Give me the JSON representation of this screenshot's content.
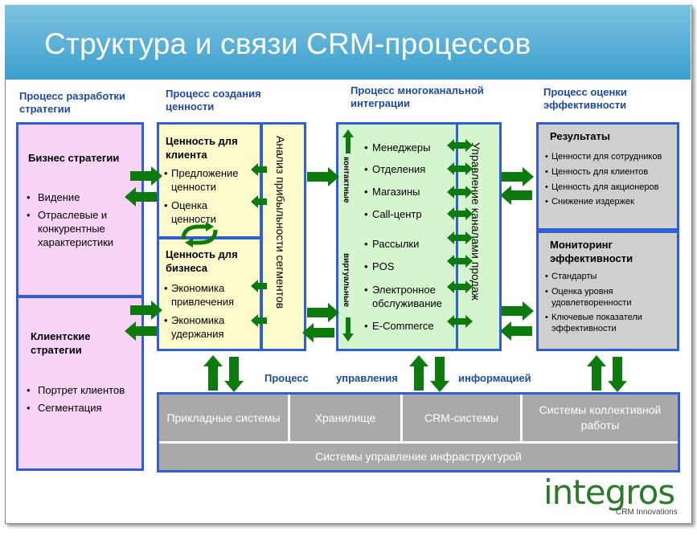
{
  "title": "Структура и связи CRM-процессов",
  "columns": {
    "strategy": "Процесс разработки стратегии",
    "value": "Процесс создания ценности",
    "multichannel": "Процесс многоканальной интеграции",
    "evaluation": "Процесс оценки эффективности"
  },
  "strategy": {
    "business_title": "Бизнес стратегии",
    "business_items": [
      "Видение",
      "Отраслевые и конкурентные характеристики"
    ],
    "client_title": "Клиентские стратегии",
    "client_items": [
      "Портрет клиентов",
      "Сегментация"
    ]
  },
  "value": {
    "client_title": "Ценность для клиента",
    "client_items": [
      "Предложение ценности",
      "Оценка ценности"
    ],
    "business_title": "Ценность для бизнеса",
    "business_items": [
      "Экономика привлечения",
      "Экономика удержания"
    ],
    "vertical": "Анализ прибыльности сегментов"
  },
  "multichannel": {
    "contact_label": "контактные",
    "virtual_label": "виртуальные",
    "items": [
      "Менеджеры",
      "Отделения",
      "Магазины",
      "Call-центр",
      "Рассылки",
      "POS",
      "Электронное обслуживание",
      "E-Commerce"
    ],
    "vertical": "Управление каналами продаж"
  },
  "evaluation": {
    "results_title": "Результаты",
    "results_items": [
      "Ценности для сотрудников",
      "Ценность для клиентов",
      "Ценность для акционеров",
      "Снижение издержек"
    ],
    "monitoring_title": "Мониторинг эффективности",
    "monitoring_items": [
      "Стандарты",
      "Оценка уровня удовлетворенности",
      "Ключевые показатели эффективности"
    ]
  },
  "info_process": [
    "Процесс",
    "управления",
    "информацией"
  ],
  "infrastructure": {
    "cells": [
      "Прикладные системы",
      "Хранилище",
      "CRM-системы",
      "Системы коллективной работы"
    ],
    "bottom": "Системы управление инфраструктурой"
  },
  "logo": {
    "name": "integros",
    "tagline": "CRM Innovations"
  },
  "colors": {
    "arrow": "#0c7a0c",
    "border": "#2f5fd0",
    "heading": "#1f4aa0"
  }
}
